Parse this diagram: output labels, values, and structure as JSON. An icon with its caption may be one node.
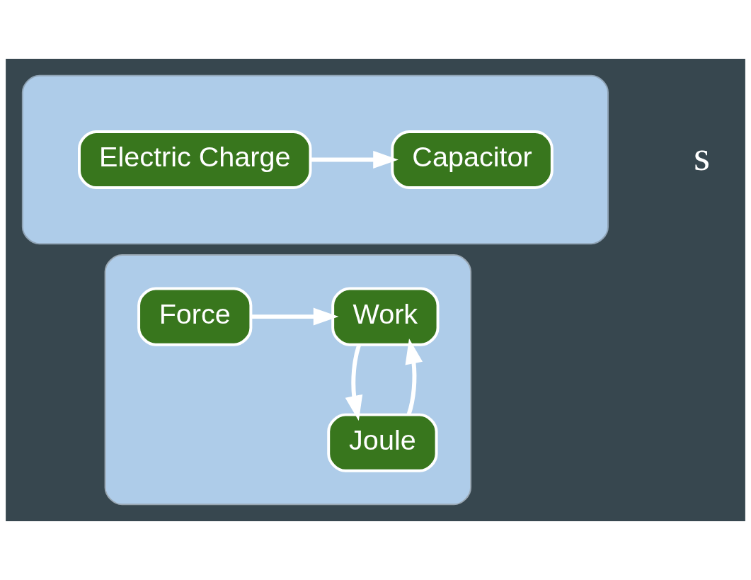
{
  "diagram": {
    "nodes": [
      {
        "text": [],
        "shape": "ellipse"
      },
      {
        "text": [
          "Electric Charge"
        ],
        "in": 0
      },
      {
        "text": [
          "Capacitor"
        ],
        "in": 0
      },
      {
        "text": [],
        "shape": "box"
      },
      {
        "text": [
          "Force"
        ],
        "in": 3
      },
      {
        "text": [
          "Work"
        ],
        "in": 3
      },
      {
        "text": [
          "Joule"
        ],
        "in": 3
      }
    ],
    "edges": [
      {
        "from": 1,
        "to": 2,
        "arrow": "to"
      },
      {
        "from": 4,
        "to": 5,
        "arrow": "to"
      },
      {
        "from": 6,
        "to": 5,
        "arrow": "to"
      },
      {
        "from": 5,
        "to": 6,
        "arrow": "to"
      }
    ],
    "labels": [
      "s"
    ]
  }
}
